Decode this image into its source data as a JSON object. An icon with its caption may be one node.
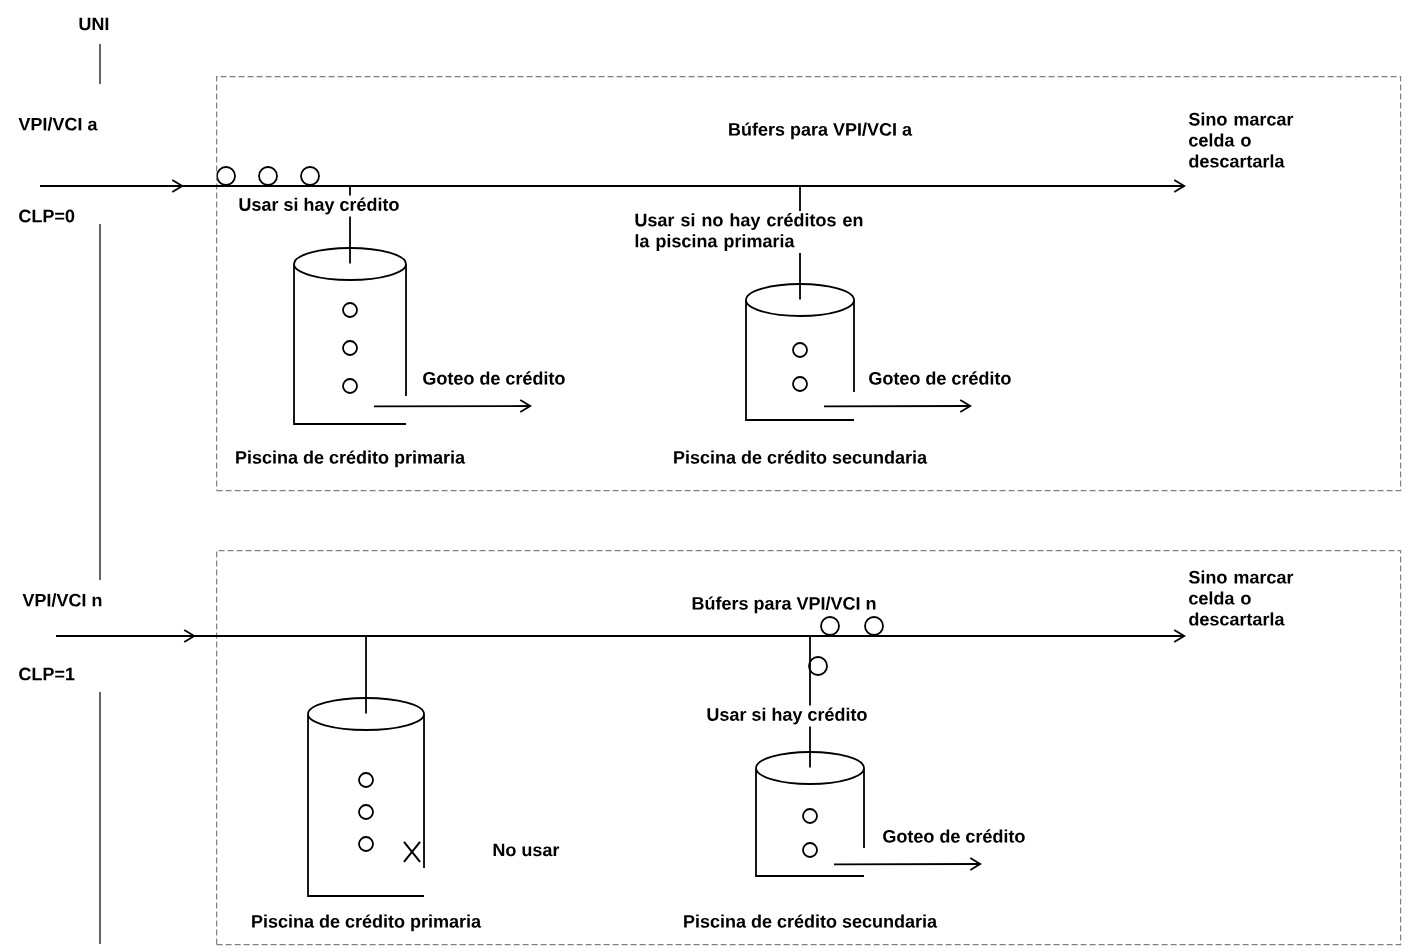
{
  "diagram": {
    "nodes": [
      {
        "text": [
          "Búfers para VPI/VCI a"
        ]
      },
      {
        "text": [
          "Piscina de crédito primaria"
        ],
        "in": 0
      },
      {
        "text": [
          "Piscina de crédito secundaria"
        ],
        "in": 0
      },
      {
        "text": [
          "Sino marcar celda o descartarla"
        ],
        "in": 0
      },
      {
        "text": [
          "Búfers para VPI/VCI n"
        ]
      },
      {
        "text": [
          "Piscina de crédito primaria"
        ],
        "in": 4,
        "beside": [
          "No usar"
        ]
      },
      {
        "text": [
          "Piscina de crédito secundaria"
        ],
        "in": 4
      },
      {
        "text": [
          "Sino marcar celda o descartarla"
        ],
        "in": 4
      }
    ],
    "edges": [
      {
        "from": null,
        "to": 3,
        "arrow": "to"
      },
      {
        "from": null,
        "to": 1,
        "arrow": "none",
        "label": "Usar si hay crédito"
      },
      {
        "from": null,
        "to": 2,
        "arrow": "none",
        "label": "Usar si no hay créditos en la piscina primaria"
      },
      {
        "from": 1,
        "to": null,
        "arrow": "to",
        "label": "Goteo de crédito"
      },
      {
        "from": 2,
        "to": null,
        "arrow": "to",
        "label": "Goteo de crédito"
      },
      {
        "from": null,
        "to": 7,
        "arrow": "to"
      },
      {
        "from": null,
        "to": 5,
        "arrow": "none"
      },
      {
        "from": null,
        "to": 6,
        "arrow": "none",
        "label": "Usar si hay crédito"
      },
      {
        "from": 6,
        "to": null,
        "arrow": "to",
        "label": "Goteo de crédito"
      }
    ],
    "labels": [
      "UNI",
      "VPI/VCI a",
      "CLP=0",
      "VPI/VCI n",
      "CLP=1"
    ]
  }
}
